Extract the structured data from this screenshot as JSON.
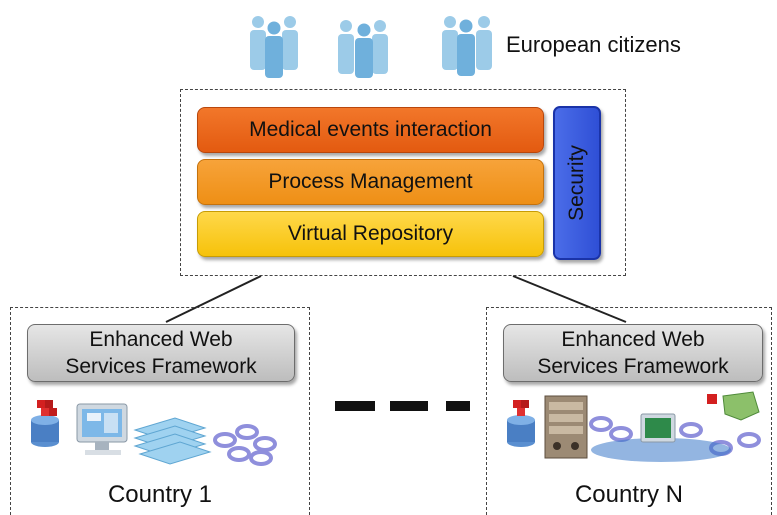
{
  "citizens": {
    "label": "European citizens"
  },
  "platform": {
    "layers": [
      {
        "label": "Medical events interaction"
      },
      {
        "label": "Process Management"
      },
      {
        "label": "Virtual Repository"
      }
    ],
    "security_label": "Security"
  },
  "countries": [
    {
      "name": "Country 1",
      "framework_line1": "Enhanced Web",
      "framework_line2": "Services Framework"
    },
    {
      "name": "Country N",
      "framework_line1": "Enhanced Web",
      "framework_line2": "Services Framework"
    }
  ],
  "colors": {
    "layer_medical": "#e86420",
    "layer_process": "#f29a25",
    "layer_repository": "#f9cb1f",
    "security": "#3a5be0",
    "framework": "#cfcfcf",
    "people": "#87bfe3"
  },
  "icons": [
    "people-icon",
    "database-icon",
    "computer-monitor-icon",
    "server-icon",
    "network-ring-icon"
  ]
}
